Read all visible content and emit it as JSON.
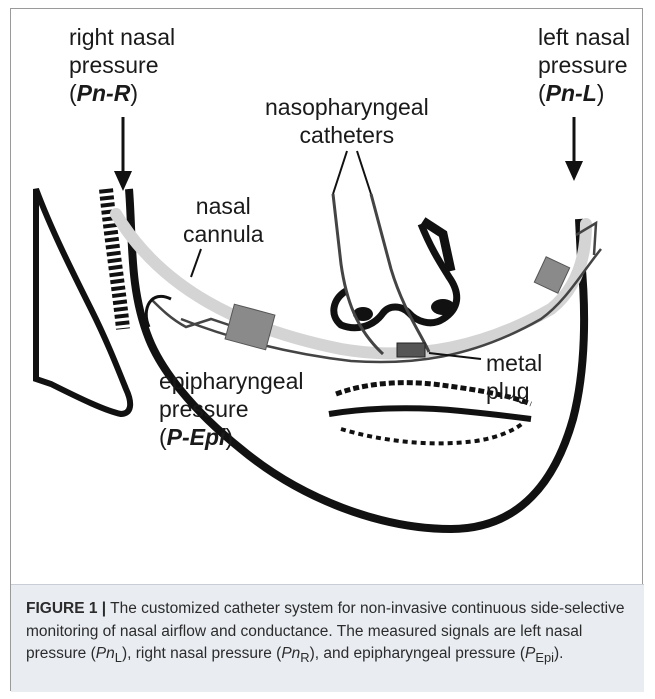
{
  "labels": {
    "right_nasal": [
      "right nasal",
      "pressure"
    ],
    "right_nasal_abbr": {
      "open": "(",
      "abbr": "Pn-R",
      "close": ")"
    },
    "left_nasal": [
      "left nasal",
      "pressure"
    ],
    "left_nasal_abbr": {
      "open": "(",
      "abbr": "Pn-L",
      "close": ")"
    },
    "nasopharyngeal": [
      "nasopharyngeal",
      "catheters"
    ],
    "nasal_cannula": [
      "nasal",
      "cannula"
    ],
    "epipharyngeal": [
      "epipharyngeal",
      "pressure"
    ],
    "epipharyngeal_abbr": {
      "open": "(",
      "abbr": "P-Epi",
      "close": ")"
    },
    "metal_plug": [
      "metal",
      "plug"
    ]
  },
  "caption": {
    "figure_label": "FIGURE 1 |",
    "text_1": "The customized catheter system for non-invasive continuous side-selective monitoring of nasal airflow and conductance. The measured signals are left nasal pressure (",
    "pn": "Pn",
    "sub_l": "L",
    "text_2": "), right nasal pressure (",
    "sub_r": "R",
    "text_3": "), and epipharyngeal pressure (",
    "p": "P",
    "sub_epi": "Epi",
    "text_4": ")."
  },
  "colors": {
    "caption_bg": "#e9edf2",
    "ink": "#111111",
    "cannula": "#d4d4d4",
    "connector": "#8a8a8a",
    "plug": "#555555"
  }
}
